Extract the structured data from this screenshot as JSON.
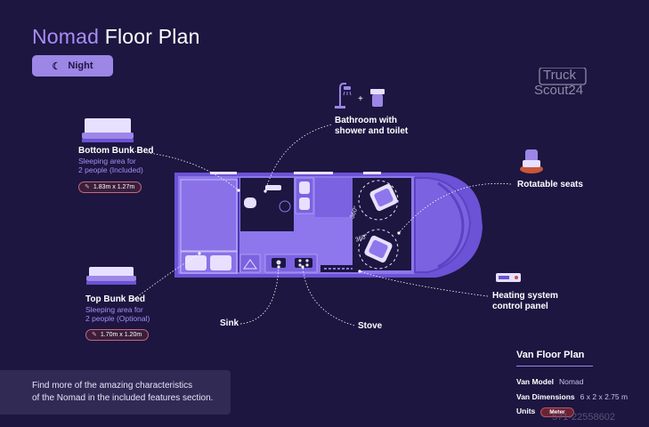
{
  "header": {
    "brand": "Nomad",
    "title": "Floor Plan",
    "mode_button_label": "Night",
    "mode_icon": "moon-icon"
  },
  "logo": {
    "line1": "Truck",
    "line2": "Scout24"
  },
  "callouts": {
    "bathroom": {
      "line1": "Bathroom with",
      "line2": "shower and toilet"
    },
    "bottom_bunk": {
      "title": "Bottom Bunk Bed",
      "desc_line1": "Sleeping area for",
      "desc_line2": "2 people (Included)",
      "size": "1.83m x 1.27m"
    },
    "top_bunk": {
      "title": "Top Bunk Bed",
      "desc_line1": "Sleeping area for",
      "desc_line2": "2 people (Optional)",
      "size": "1.70m x 1.20m"
    },
    "rotatable_seats": "Rotatable seats",
    "heating": {
      "line1": "Heating system",
      "line2": "control panel"
    },
    "sink": "Sink",
    "stove": "Stove",
    "rotation_label": "360°"
  },
  "info_box": {
    "line1": "Find more of the amazing characteristics",
    "line2": "of the Nomad in the included features section."
  },
  "specs": {
    "title": "Van Floor Plan",
    "model_label": "Van Model",
    "model_value": "Nomad",
    "dims_label": "Van Dimensions",
    "dims_value": "6 x 2 x 2.75 m",
    "units_label": "Units",
    "units_value": "Meter"
  },
  "watermark": "571-22558602",
  "colors": {
    "background": "#1c1640",
    "accent": "#9c86e6",
    "van_body": "#7b61e0",
    "van_interior": "#8f76ec",
    "dark_panel": "#302a55",
    "pill_border": "#c6677a"
  }
}
